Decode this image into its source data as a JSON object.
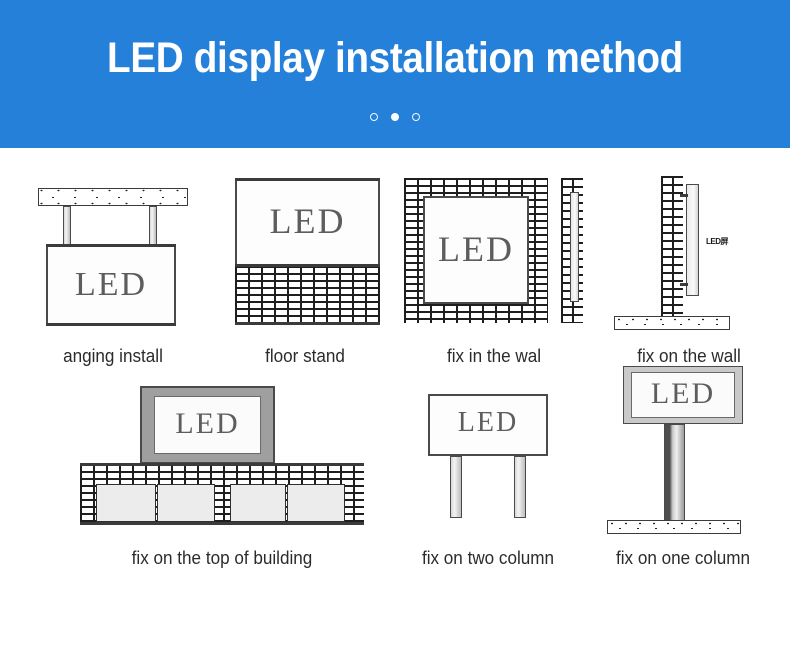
{
  "banner": {
    "title": "LED display installation method",
    "background_color": "#2480d8",
    "text_color": "#ffffff",
    "carousel": {
      "dots": [
        {
          "name": "dot-1",
          "active": false
        },
        {
          "name": "dot-2",
          "active": true
        },
        {
          "name": "dot-3",
          "active": false
        }
      ],
      "active_index": 1,
      "total": 3
    }
  },
  "methods": {
    "row1": [
      {
        "id": "hanging-install",
        "caption": "anging install",
        "screen_label": "LED",
        "description": "LED screen hung from a ceiling slab by two rods"
      },
      {
        "id": "floor-stand",
        "caption": "floor stand",
        "screen_label": "LED",
        "description": "LED screen sitting on a brick floor base"
      },
      {
        "id": "fix-in-the-wall",
        "caption": "fix in the wal",
        "screen_label": "LED",
        "description": "LED screen recessed into a brick wall, front view plus side view"
      },
      {
        "id": "fix-on-the-wall",
        "caption": "fix on the wall",
        "screen_label": "",
        "side_note": "LED屏",
        "description": "Side view of LED panel fixed on the face of a brick wall"
      }
    ],
    "row2": [
      {
        "id": "fix-on-the-top-of-building",
        "caption": "fix on the top of building",
        "screen_label": "LED",
        "description": "Framed LED screen on the roof of a brick building with windows"
      },
      {
        "id": "fix-on-two-column",
        "caption": "fix on two column",
        "screen_label": "LED",
        "description": "LED billboard supported by two columns"
      },
      {
        "id": "fix-on-one-column",
        "caption": "fix on one column",
        "screen_label": "LED",
        "description": "LED billboard supported by a single column on a footing"
      }
    ]
  },
  "colors": {
    "brand_blue": "#2480d8",
    "caption_text": "#2b2b2b",
    "line": "#3b3b3b"
  }
}
